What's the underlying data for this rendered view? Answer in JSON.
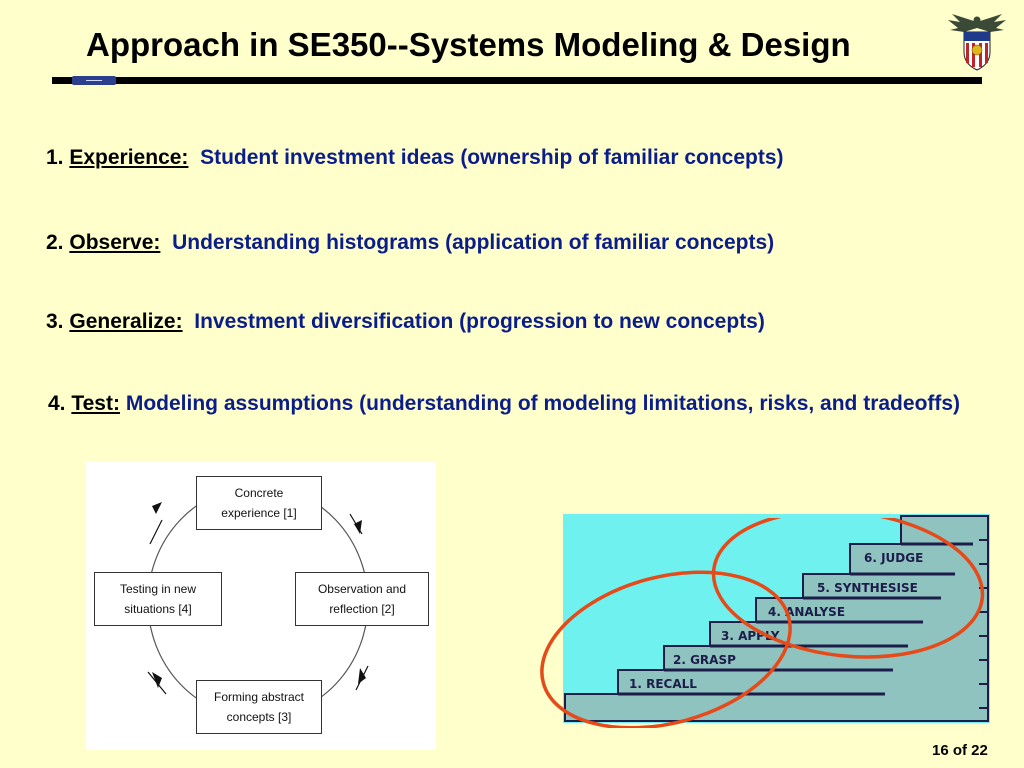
{
  "title": "Approach in SE350--Systems Modeling & Design",
  "items": [
    {
      "num": "1.",
      "label": "Experience:",
      "text": "Student investment ideas (ownership of familiar concepts)"
    },
    {
      "num": "2.",
      "label": "Observe:",
      "text": "Understanding histograms (application of familiar concepts)"
    },
    {
      "num": "3.",
      "label": "Generalize:",
      "text": "Investment diversification (progression to new concepts)"
    },
    {
      "num": "4.",
      "label": "Test:",
      "text": "Modeling assumptions (understanding of modeling limitations, risks, and tradeoffs)"
    }
  ],
  "cycle": {
    "top_line1": "Concrete",
    "top_line2": "experience [1]",
    "right_line1": "Observation and",
    "right_line2": "reflection [2]",
    "bottom_line1": "Forming abstract",
    "bottom_line2": "concepts [3]",
    "left_line1": "Testing in new",
    "left_line2": "situations [4]"
  },
  "stairs": {
    "steps": [
      "1. RECALL",
      "2. GRASP",
      "3. APPLY",
      "4. ANALYSE",
      "5. SYNTHESISE",
      "6. JUDGE"
    ],
    "colors": {
      "background": "#6ff2ef",
      "stairs": "#8fc3c0",
      "highlight_circle": "#e64a19"
    }
  },
  "page": "16 of 22"
}
